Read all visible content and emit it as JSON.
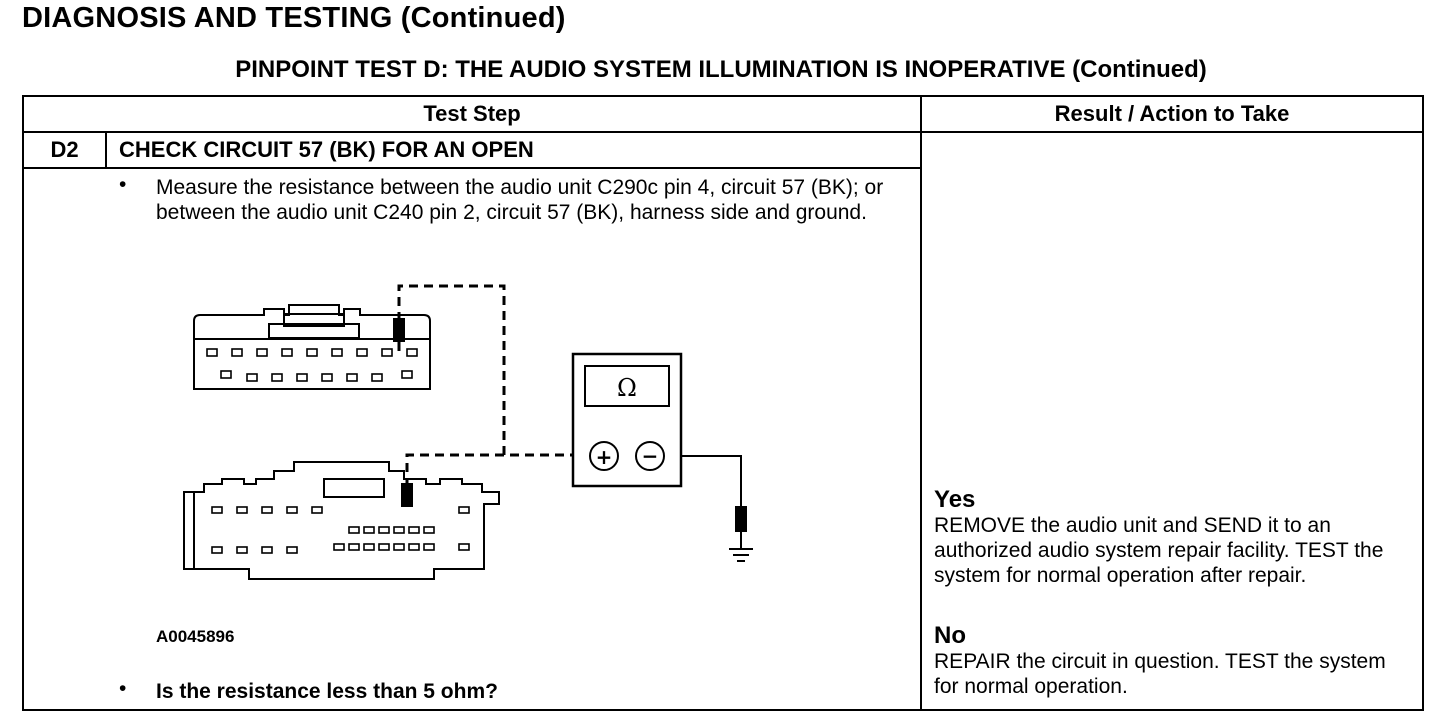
{
  "page_title": "DIAGNOSIS AND TESTING (Continued)",
  "sub_title": "PINPOINT TEST D: THE AUDIO SYSTEM ILLUMINATION IS INOPERATIVE (Continued)",
  "table": {
    "col_test_step": "Test Step",
    "col_result": "Result / Action to Take"
  },
  "step": {
    "id": "D2",
    "title": "CHECK CIRCUIT 57 (BK) FOR AN OPEN",
    "bullet": "•",
    "instruction": "Measure the resistance between the audio unit C290c pin 4, circuit 57 (BK); or between the audio unit C240 pin 2, circuit 57 (BK), harness side and ground.",
    "figure_id": "A0045896",
    "question": "Is the resistance less than 5 ohm?"
  },
  "meter": {
    "symbol": "Ω",
    "plus": "+",
    "minus": "−"
  },
  "results": {
    "yes_label": "Yes",
    "yes_text": "REMOVE the audio unit and SEND it to an authorized audio system repair facility. TEST the system for normal operation after repair.",
    "no_label": "No",
    "no_text": "REPAIR the circuit in question. TEST the system for normal operation."
  }
}
